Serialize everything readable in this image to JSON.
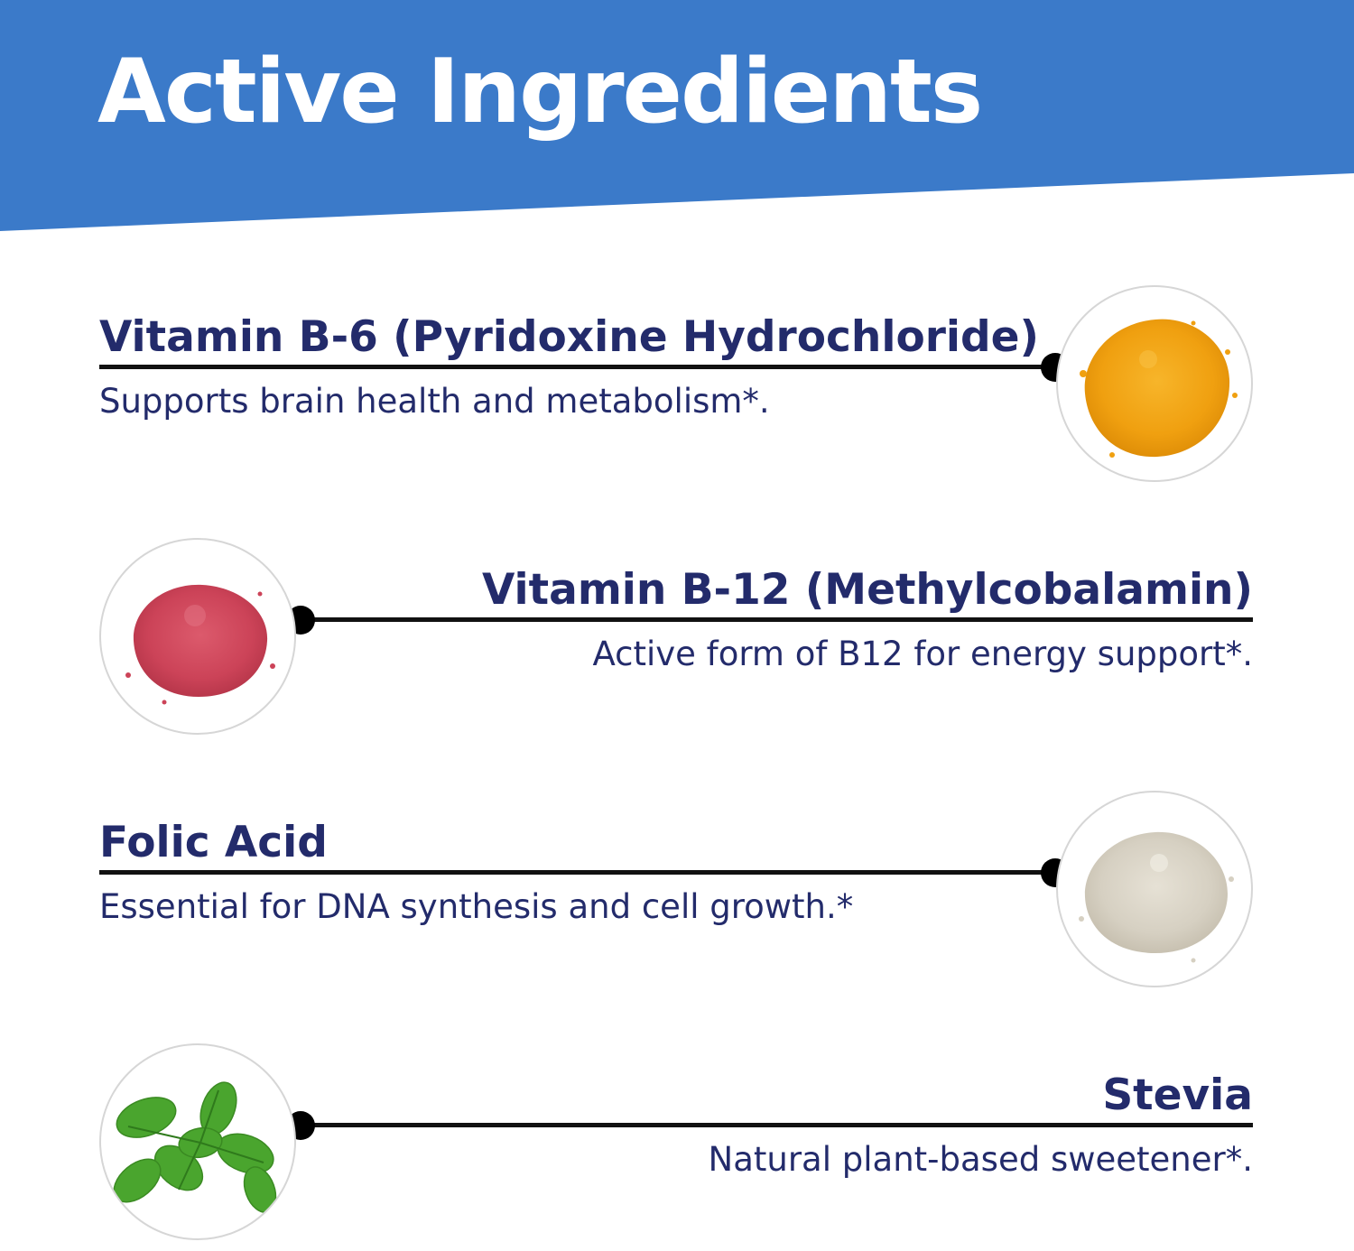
{
  "header": {
    "title": "Active Ingredients",
    "color": "#3b7ac9"
  },
  "ingredients": [
    {
      "name": "Vitamin B-6 (Pyridoxine Hydrochloride)",
      "description": "Supports brain health and metabolism*.",
      "image": "orange-powder",
      "color": "#f2a516"
    },
    {
      "name": "Vitamin B-12 (Methylcobalamin)",
      "description": "Active form of B12 for energy support*.",
      "image": "red-powder",
      "color": "#d24a5e"
    },
    {
      "name": "Folic Acid",
      "description": "Essential for DNA synthesis and cell growth.*",
      "image": "beige-powder",
      "color": "#d8d3c6"
    },
    {
      "name": "Stevia",
      "description": "Natural plant-based sweetener*.",
      "image": "stevia-leaves",
      "color": "#4aa52e"
    }
  ]
}
